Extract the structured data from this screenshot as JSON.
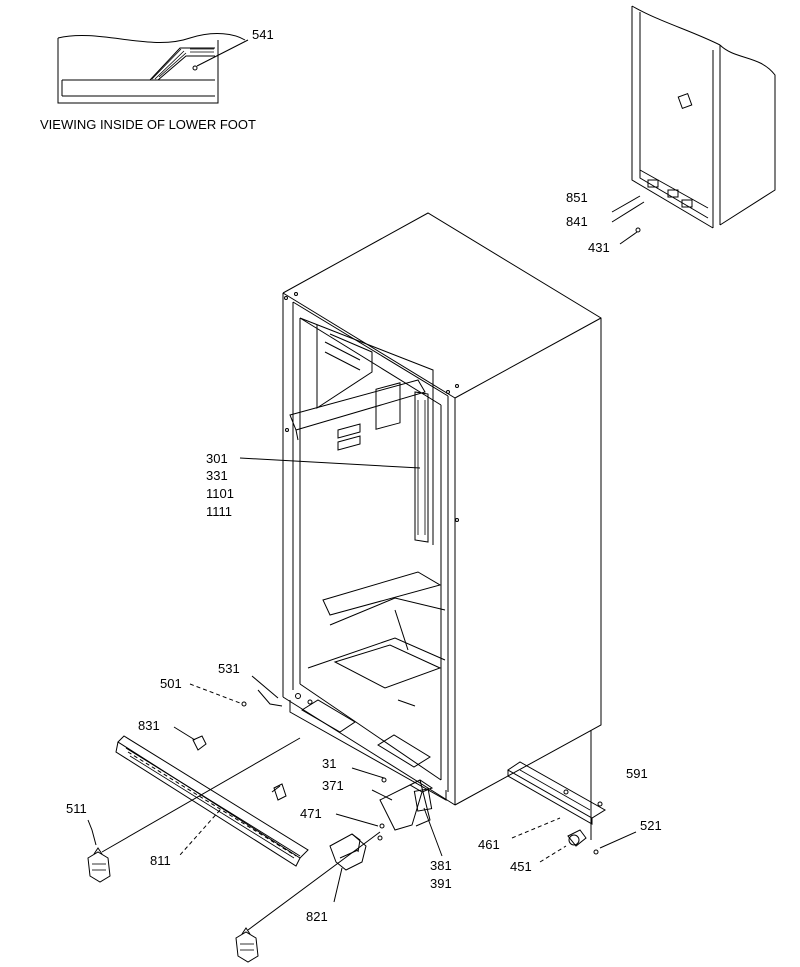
{
  "caption": "VIEWING INSIDE OF LOWER FOOT",
  "labels": {
    "p541": "541",
    "p851": "851",
    "p841": "841",
    "p431": "431",
    "p301": "301",
    "p331": "331",
    "p1101": "1101",
    "p1111": "1111",
    "p531": "531",
    "p501": "501",
    "p831": "831",
    "p511": "511",
    "p811": "811",
    "p31": "31",
    "p371": "371",
    "p471": "471",
    "p381": "381",
    "p391": "391",
    "p821": "821",
    "p591": "591",
    "p461": "461",
    "p521": "521",
    "p451": "451"
  }
}
